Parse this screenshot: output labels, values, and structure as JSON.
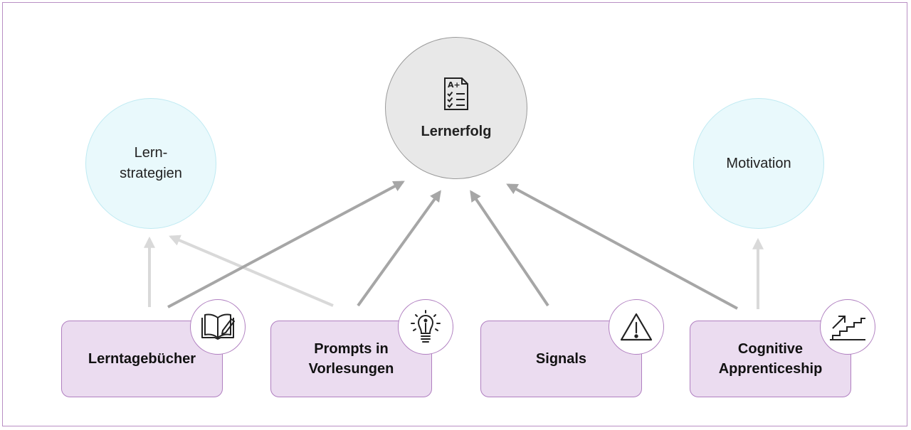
{
  "center": {
    "label": "Lernerfolg",
    "icon": "grade-checklist-icon"
  },
  "outcomes": [
    {
      "id": "lernstrategien",
      "line1": "Lern-",
      "line2": "strategien"
    },
    {
      "id": "motivation",
      "line1": "Motivation"
    }
  ],
  "interventions": [
    {
      "id": "lerntagebuecher",
      "line1": "Lerntagebücher",
      "line2": "",
      "icon": "open-book-pen-icon"
    },
    {
      "id": "prompts",
      "line1": "Prompts in",
      "line2": "Vorlesungen",
      "icon": "lightbulb-icon"
    },
    {
      "id": "signals",
      "line1": "Signals",
      "line2": "",
      "icon": "warning-triangle-icon"
    },
    {
      "id": "cognitive",
      "line1": "Cognitive",
      "line2": "Apprenticeship",
      "icon": "stairs-arrow-icon"
    }
  ],
  "colors": {
    "box_fill": "#ebdcf0",
    "box_border": "#b07fc0",
    "outcome_fill": "#e9f9fc",
    "center_fill": "#e8e8e8",
    "arrow_dark": "#a6a6a6",
    "arrow_light": "#d9d9d9"
  }
}
